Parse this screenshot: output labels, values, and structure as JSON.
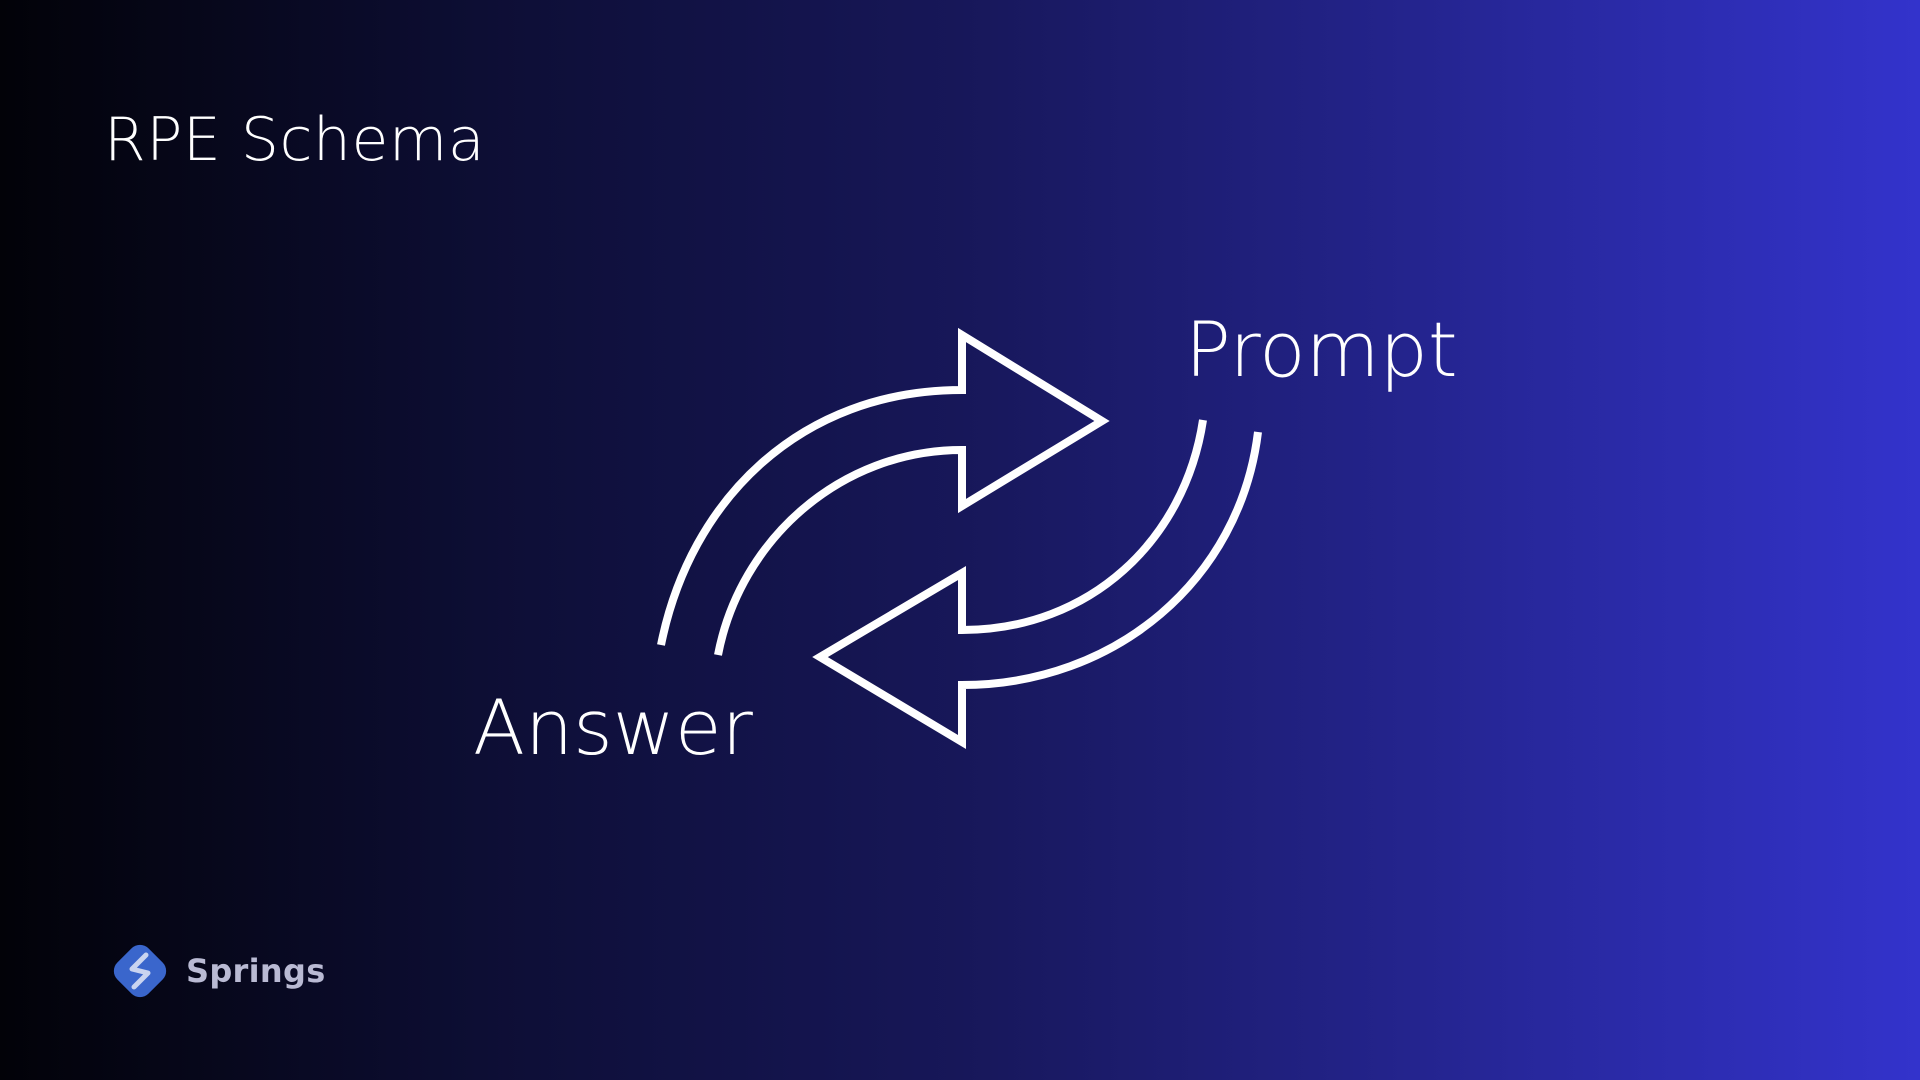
{
  "slide": {
    "title": "RPE Schema"
  },
  "diagram": {
    "nodes": [
      {
        "id": "prompt",
        "label": "Prompt"
      },
      {
        "id": "answer",
        "label": "Answer"
      }
    ],
    "edges": [
      {
        "from": "answer",
        "to": "prompt",
        "style": "outlined-arrow"
      },
      {
        "from": "prompt",
        "to": "answer",
        "style": "outlined-arrow"
      }
    ],
    "icon": "cycle-arrows-icon",
    "stroke_color": "#ffffff"
  },
  "brand": {
    "name": "Springs",
    "logo_icon": "springs-logo-icon",
    "logo_color": "#3a66cc"
  },
  "colors": {
    "background_start": "#020208",
    "background_end": "#3333cc",
    "text": "#ffffff",
    "brand_text": "#b9bad3"
  }
}
